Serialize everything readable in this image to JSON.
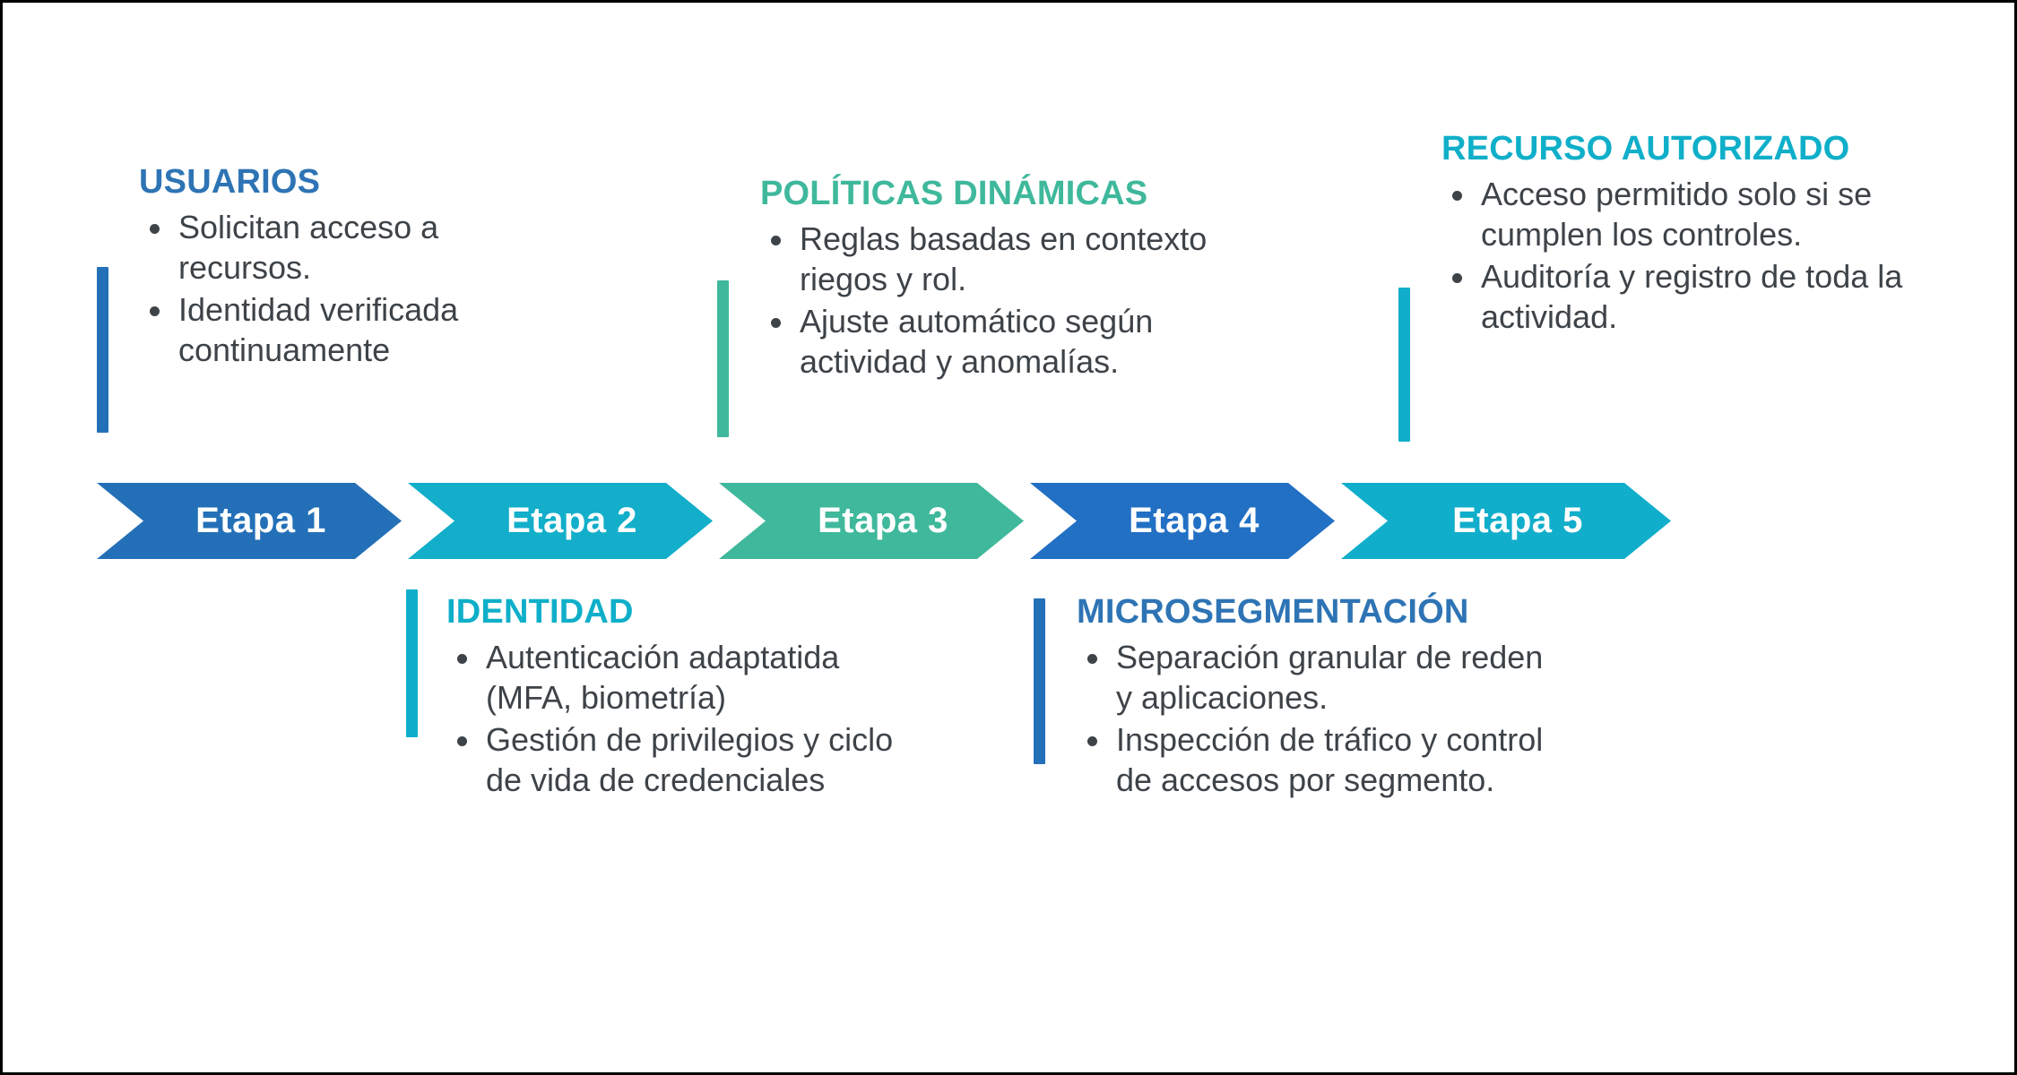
{
  "diagram": {
    "title_hidden": "",
    "colors": {
      "blue_dark": "#2470B8",
      "blue_mid": "#2E74B5",
      "blue_strong": "#2270C4",
      "cyan": "#12AECA",
      "cyan_bright": "#0FAFC9",
      "green": "#3FB89B",
      "text_body": "#3E4348",
      "frame": "#000000",
      "white": "#FFFFFF"
    },
    "stages": [
      {
        "label": "Etapa 1",
        "color": "#2470B8"
      },
      {
        "label": "Etapa 2",
        "color": "#12AECA"
      },
      {
        "label": "Etapa 3",
        "color": "#3FB89B"
      },
      {
        "label": "Etapa 4",
        "color": "#2270C4"
      },
      {
        "label": "Etapa 5",
        "color": "#11AECB"
      }
    ],
    "blocks_above": [
      {
        "heading": "USUARIOS",
        "heading_color": "#2E74B5",
        "bar_color": "#2470B8",
        "items": [
          "Solicitan acceso a recursos.",
          "Identidad verificada continuamente"
        ]
      },
      {
        "heading": "POLÍTICAS DINÁMICAS",
        "heading_color": "#3FB89B",
        "bar_color": "#3FB89B",
        "items": [
          "Reglas basadas en contexto riegos y rol.",
          "Ajuste automático según actividad y anomalías."
        ]
      },
      {
        "heading": "RECURSO AUTORIZADO",
        "heading_color": "#0FAFC9",
        "bar_color": "#11AECB",
        "items": [
          "Acceso permitido solo si se cumplen los controles.",
          "Auditoría y registro de toda la actividad."
        ]
      }
    ],
    "blocks_below": [
      {
        "heading": "IDENTIDAD",
        "heading_color": "#0FAFC9",
        "bar_color": "#11AECB",
        "items": [
          "Autenticación adaptatida (MFA, biometría)",
          "Gestión de privilegios y ciclo de vida de credenciales"
        ]
      },
      {
        "heading": "MICROSEGMENTACIÓN",
        "heading_color": "#2E74B5",
        "bar_color": "#2470B8",
        "items": [
          "Separación granular de reden y aplicaciones.",
          "Inspección de tráfico y control de accesos por segmento."
        ]
      }
    ]
  }
}
